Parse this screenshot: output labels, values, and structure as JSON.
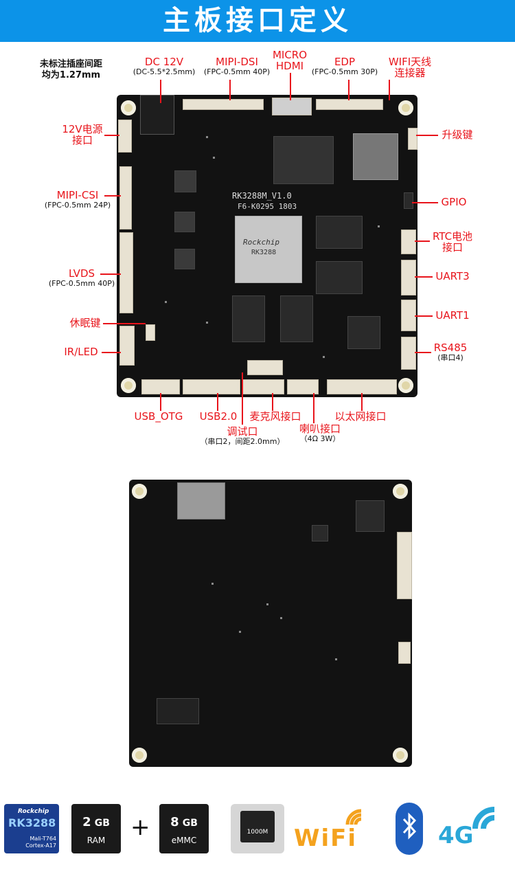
{
  "title": "主板接口定义",
  "note": [
    "未标注插座间距",
    "均为1.27mm"
  ],
  "labels": {
    "dc12v": {
      "name": "DC 12V",
      "sub": "(DC-5.5*2.5mm)"
    },
    "mipi_dsi": {
      "name": "MIPI-DSI",
      "sub": "(FPC-0.5mm 40P)"
    },
    "micro_hdmi": {
      "name1": "MICRO",
      "name2": "HDMI"
    },
    "edp": {
      "name": "EDP",
      "sub": "(FPC-0.5mm 30P)"
    },
    "wifi_ant": {
      "name1": "WIFI天线",
      "name2": "连接器"
    },
    "power12v": {
      "name1": "12V电源",
      "name2": "接口"
    },
    "upgrade": "升级键",
    "mipi_csi": {
      "name": "MIPI-CSI",
      "sub": "(FPC-0.5mm 24P)"
    },
    "gpio": "GPIO",
    "rtc": {
      "name1": "RTC电池",
      "name2": "接口"
    },
    "lvds": {
      "name": "LVDS",
      "sub": "(FPC-0.5mm 40P)"
    },
    "uart3": "UART3",
    "sleep": "休眠键",
    "uart1": "UART1",
    "irled": "IR/LED",
    "rs485": {
      "name": "RS485",
      "sub": "(串口4)"
    },
    "usb_otg": "USB_OTG",
    "usb2": "USB2.0",
    "mic": "麦克风接口",
    "ethernet": "以太网接口",
    "debug": {
      "name": "调试口",
      "sub": "（串口2，间距2.0mm）"
    },
    "speaker": {
      "name": "喇叭接口",
      "sub": "（4Ω 3W）"
    }
  },
  "board_silk": {
    "model": "RK3288M_V1.0",
    "code": "F6-K0295  1803",
    "soc_brand": "Rockchip",
    "soc_name": "RK3288"
  },
  "badges": {
    "soc": {
      "brand": "Rockchip",
      "name": "RK3288",
      "gpu": "Mali-T764",
      "cpu": "Cortex-A17"
    },
    "ram": {
      "size": "2",
      "unit": "GB",
      "type": "RAM"
    },
    "plus": "+",
    "emmc": {
      "size": "8",
      "unit": "GB",
      "type": "eMMC"
    },
    "ethernet": "1000M",
    "wifi": "WiFi",
    "lte": "4G"
  },
  "colors": {
    "accent": "#0c93e8",
    "label": "#e8141b",
    "board": "#121212"
  }
}
